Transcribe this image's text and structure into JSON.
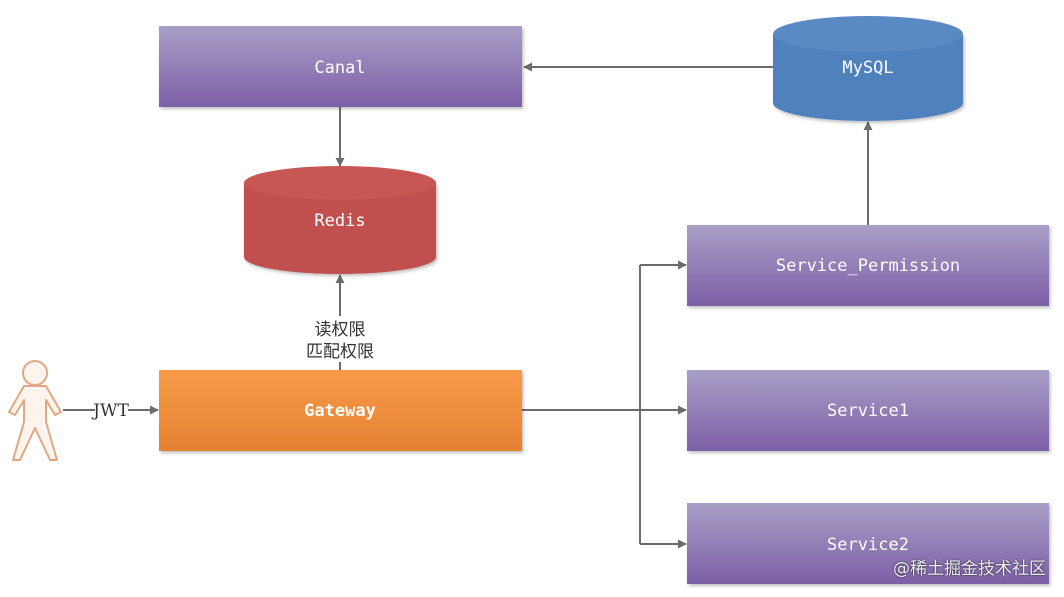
{
  "nodes": {
    "canal": {
      "label": "Canal"
    },
    "mysql": {
      "label": "MySQL"
    },
    "redis": {
      "label": "Redis"
    },
    "gateway": {
      "label": "Gateway"
    },
    "service_permission": {
      "label": "Service_Permission"
    },
    "service1": {
      "label": "Service1"
    },
    "service2": {
      "label": "Service2"
    }
  },
  "edges": {
    "jwt": {
      "label": "JWT"
    },
    "gateway_redis": {
      "line1": "读权限",
      "line2": "匹配权限"
    }
  },
  "watermark": "@稀土掘金技术社区",
  "colors": {
    "purple_top": "#a79bc4",
    "purple_bottom": "#7e63a8",
    "orange_top": "#f79a4a",
    "orange_bottom": "#e58335",
    "redis_red": "#c0504d",
    "mysql_blue": "#4f81bd",
    "arrow_gray": "#6b6b6b",
    "user_outline": "#e0a882"
  },
  "icons": {
    "user": "person-icon"
  }
}
